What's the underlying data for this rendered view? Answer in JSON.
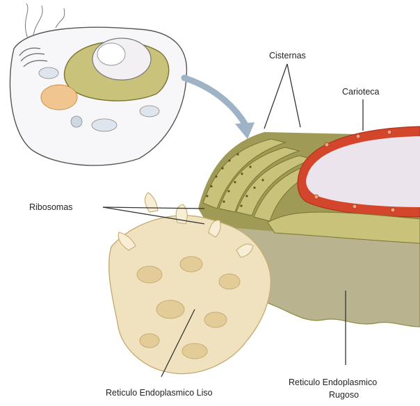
{
  "labels": {
    "cisternas": "Cisternas",
    "carioteca": "Carioteca",
    "ribosomas": "Ribosomas",
    "rel": "Reticulo Endoplasmico Liso",
    "rer_line1": "Reticulo Endoplasmico",
    "rer_line2": "Rugoso"
  },
  "colors": {
    "cytoplasm": "#f4f4f6",
    "er_membrane": "#8c8a3e",
    "er_lumen": "#c9c27a",
    "smooth_er": "#f1e2bf",
    "nuclear_envelope": "#d4462c",
    "nucleoplasm": "#ece4ec",
    "arrow": "#9fb3c6"
  }
}
